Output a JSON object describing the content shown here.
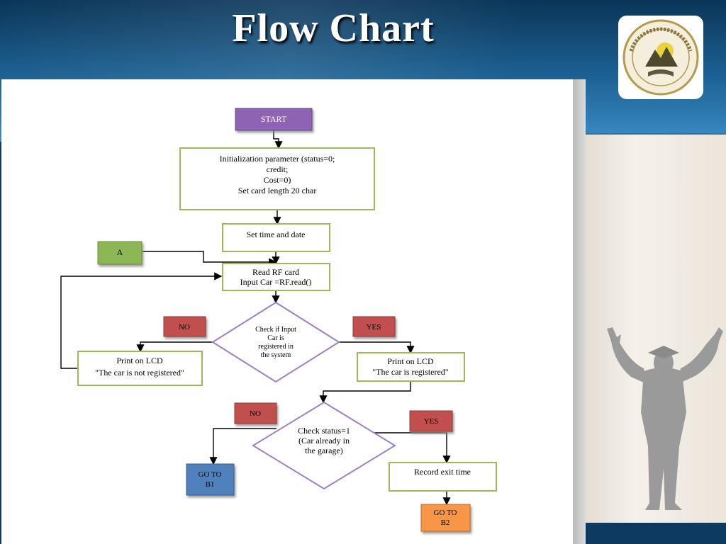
{
  "slide": {
    "title": "Flow Chart"
  },
  "flowchart": {
    "start": "START",
    "init": [
      "Initialization parameter (status=0;",
      "credit;",
      "Cost=0)",
      "Set card length 20 char"
    ],
    "set_time": "Set time and date",
    "connector_a": "A",
    "read_rf": [
      "Read RF card",
      "Input Car =RF.read()"
    ],
    "decision_registered": [
      "Check if Input",
      "Car is",
      "registered in",
      "the system"
    ],
    "label_no_1": "NO",
    "label_yes_1": "YES",
    "print_not_registered": [
      "Print on LCD",
      "\"The car is not registered\""
    ],
    "print_registered": [
      "Print on LCD",
      "\"The car is registered\""
    ],
    "decision_status": [
      "Check status=1",
      "(Car already in",
      "the garage)"
    ],
    "label_no_2": "NO",
    "label_yes_2": "YES",
    "goto_b1": [
      "GO TO",
      "B1"
    ],
    "record_exit": "Record exit time",
    "goto_b2": [
      "GO TO",
      "B2"
    ]
  },
  "colors": {
    "start_fill": "#8e63b3",
    "process_border": "#9bbb59",
    "connector_fill": "#8db654",
    "label_fill": "#c0504d",
    "decision_border": "#9c7fc7",
    "goto_b1_fill": "#4f81bd",
    "goto_b2_fill": "#f79646"
  },
  "icons": {
    "logo": "university-seal-icon",
    "graduate": "graduate-silhouette-icon"
  }
}
